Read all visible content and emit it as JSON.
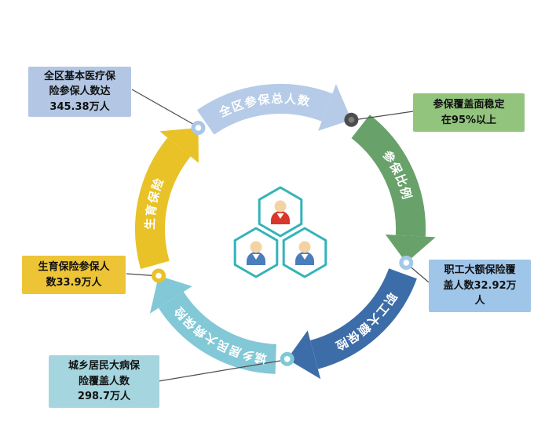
{
  "colors": {
    "background": "#ffffff",
    "arc_total": "#b5cbe7",
    "arc_ratio": "#68a26a",
    "arc_employee": "#3d6da8",
    "arc_resident": "#82c8d6",
    "arc_maternity": "#e8c226",
    "dot_top_left": "#aac6e6",
    "dot_top_right": "#4d4d4d",
    "dot_top_right_inner": "#7d7d7d",
    "dot_right": "#a3c9e8",
    "dot_bottom": "#7fc8d8",
    "dot_left": "#e8c226",
    "box_total": "#b3c7e4",
    "box_ratio": "#93c47d",
    "box_employee": "#9fc5e8",
    "box_resident": "#a5d5de",
    "box_maternity": "#eec437",
    "hex_border": "#33b3b8",
    "hex_fill": "#ffffff",
    "person_top_body": "#d7372c",
    "person_bottom_body": "#4a7dbb",
    "person_head": "#f3d3a4",
    "connector": "#4d4d4d"
  },
  "ring": {
    "segments": [
      {
        "id": "total",
        "label": "全区参保总人数"
      },
      {
        "id": "ratio",
        "label": "参保比例"
      },
      {
        "id": "employee",
        "label": "职工大额保险"
      },
      {
        "id": "resident",
        "label": "城乡居民大病保险"
      },
      {
        "id": "maternity",
        "label": "生育保险"
      }
    ]
  },
  "callouts": {
    "total": {
      "text": "全区基本医疗保\n险参保人数达\n345.38万人"
    },
    "ratio": {
      "text": "参保覆盖面稳定\n在95%以上"
    },
    "employee": {
      "text": "职工大额保险覆\n盖人数32.92万\n人"
    },
    "resident": {
      "text": "城乡居民大病保\n险覆盖人数\n298.7万人"
    },
    "maternity": {
      "text": "生育保险参保人\n数33.9万人"
    }
  }
}
